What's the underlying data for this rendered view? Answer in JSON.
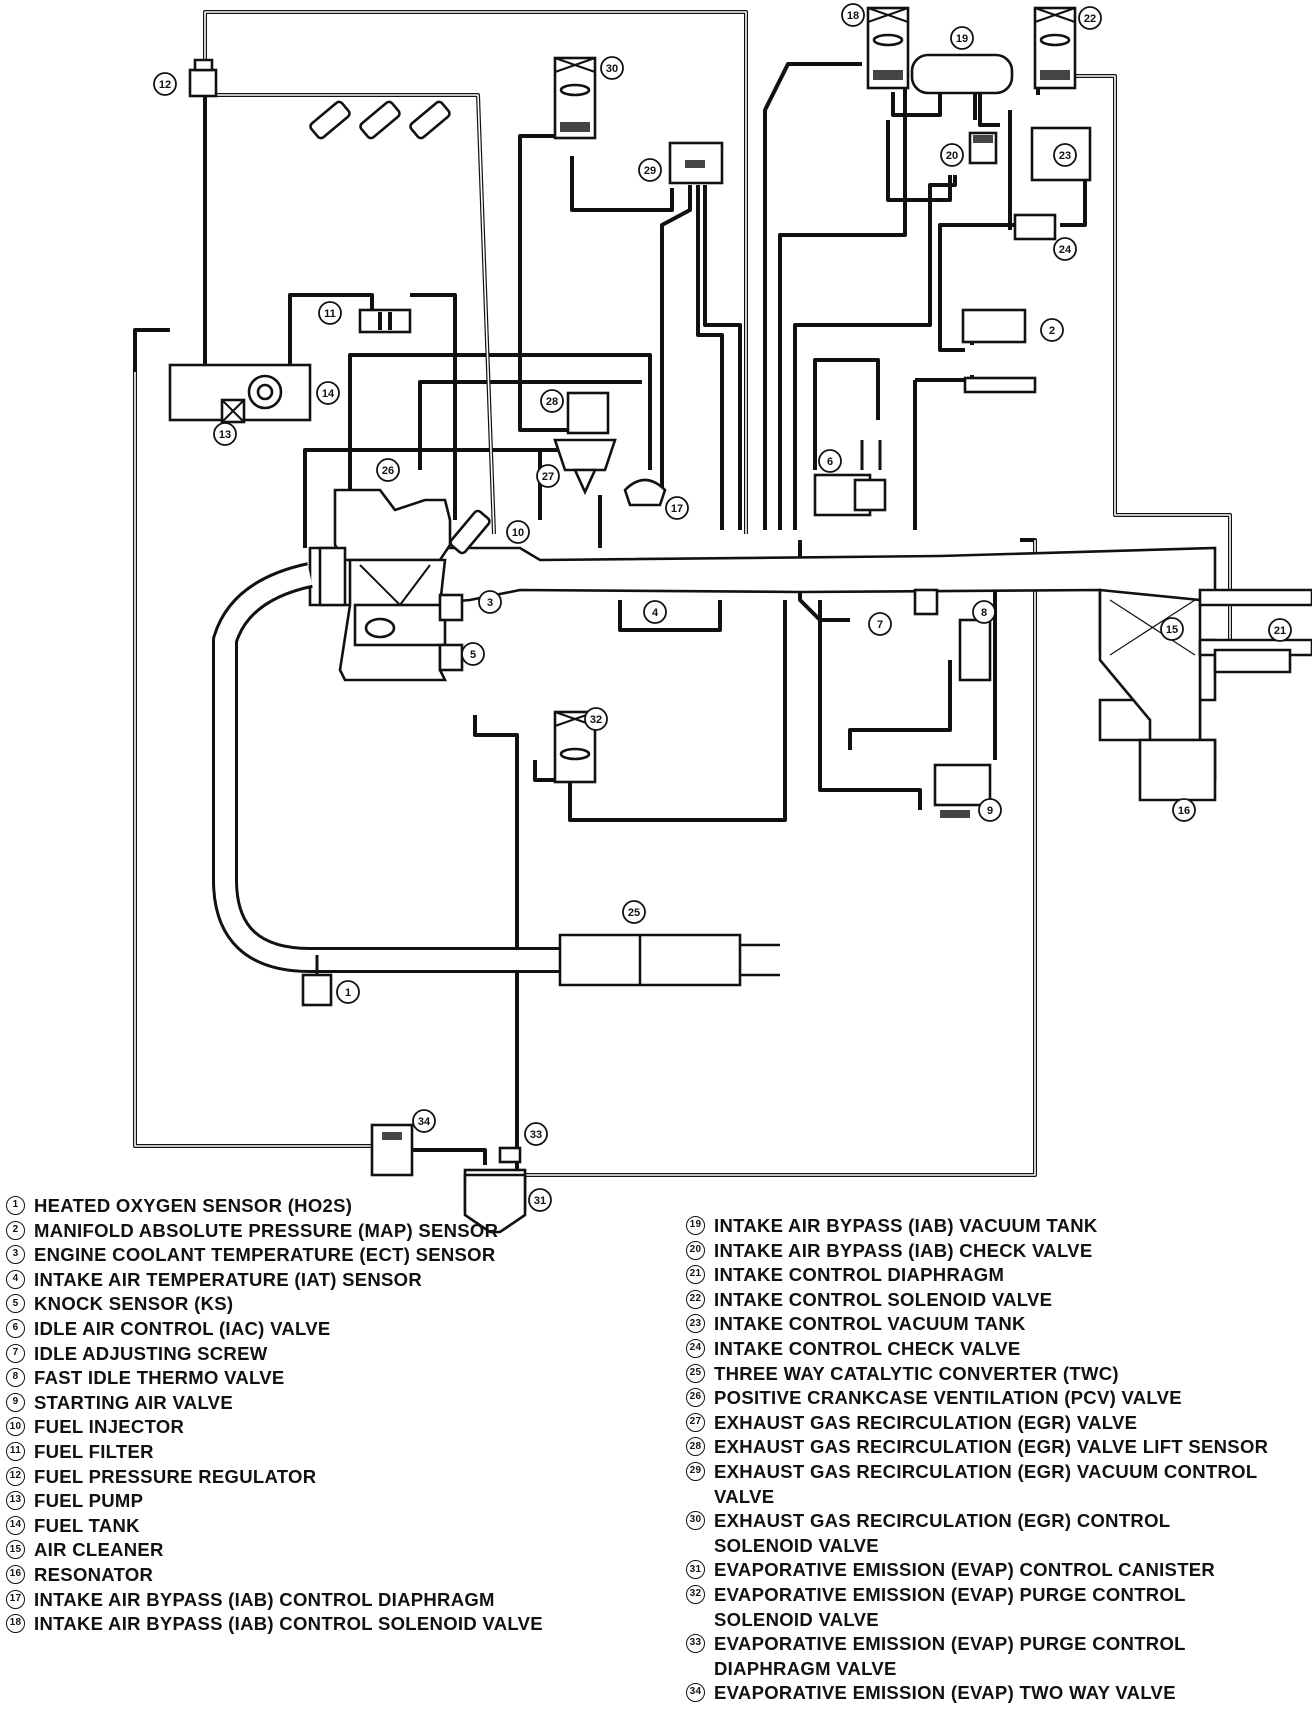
{
  "diagram": {
    "components": [
      {
        "num": "1",
        "label": "HEATED OXYGEN SENSOR (HO2S)"
      },
      {
        "num": "2",
        "label": "MANIFOLD ABSOLUTE PRESSURE (MAP) SENSOR"
      },
      {
        "num": "3",
        "label": "ENGINE COOLANT TEMPERATURE (ECT) SENSOR"
      },
      {
        "num": "4",
        "label": "INTAKE AIR TEMPERATURE (IAT) SENSOR"
      },
      {
        "num": "5",
        "label": "KNOCK SENSOR (KS)"
      },
      {
        "num": "6",
        "label": "IDLE AIR CONTROL (IAC) VALVE"
      },
      {
        "num": "7",
        "label": "IDLE ADJUSTING SCREW"
      },
      {
        "num": "8",
        "label": "FAST IDLE THERMO VALVE"
      },
      {
        "num": "9",
        "label": "STARTING AIR VALVE"
      },
      {
        "num": "10",
        "label": "FUEL INJECTOR"
      },
      {
        "num": "11",
        "label": "FUEL FILTER"
      },
      {
        "num": "12",
        "label": "FUEL PRESSURE REGULATOR"
      },
      {
        "num": "13",
        "label": "FUEL PUMP"
      },
      {
        "num": "14",
        "label": "FUEL TANK"
      },
      {
        "num": "15",
        "label": "AIR CLEANER"
      },
      {
        "num": "16",
        "label": "RESONATOR"
      },
      {
        "num": "17",
        "label": "INTAKE AIR BYPASS (IAB) CONTROL DIAPHRAGM"
      },
      {
        "num": "18",
        "label": "INTAKE AIR BYPASS (IAB) CONTROL SOLENOID VALVE"
      },
      {
        "num": "19",
        "label": "INTAKE AIR BYPASS (IAB) VACUUM TANK"
      },
      {
        "num": "20",
        "label": "INTAKE AIR BYPASS (IAB) CHECK VALVE"
      },
      {
        "num": "21",
        "label": "INTAKE CONTROL DIAPHRAGM"
      },
      {
        "num": "22",
        "label": "INTAKE CONTROL SOLENOID VALVE"
      },
      {
        "num": "23",
        "label": "INTAKE CONTROL VACUUM TANK"
      },
      {
        "num": "24",
        "label": "INTAKE CONTROL CHECK VALVE"
      },
      {
        "num": "25",
        "label": "THREE WAY CATALYTIC CONVERTER (TWC)"
      },
      {
        "num": "26",
        "label": "POSITIVE CRANKCASE VENTILATION (PCV) VALVE"
      },
      {
        "num": "27",
        "label": "EXHAUST GAS RECIRCULATION (EGR) VALVE"
      },
      {
        "num": "28",
        "label": "EXHAUST GAS RECIRCULATION (EGR) VALVE LIFT SENSOR"
      },
      {
        "num": "29",
        "label": "EXHAUST GAS RECIRCULATION (EGR) VACUUM CONTROL VALVE"
      },
      {
        "num": "30",
        "label": "EXHAUST GAS RECIRCULATION (EGR) CONTROL SOLENOID VALVE"
      },
      {
        "num": "31",
        "label": "EVAPORATIVE EMISSION (EVAP) CONTROL CANISTER"
      },
      {
        "num": "32",
        "label": "EVAPORATIVE EMISSION (EVAP) PURGE CONTROL SOLENOID VALVE"
      },
      {
        "num": "33",
        "label": "EVAPORATIVE EMISSION (EVAP) PURGE CONTROL DIAPHRAGM VALVE"
      },
      {
        "num": "34",
        "label": "EVAPORATIVE EMISSION (EVAP) TWO WAY VALVE"
      }
    ]
  }
}
